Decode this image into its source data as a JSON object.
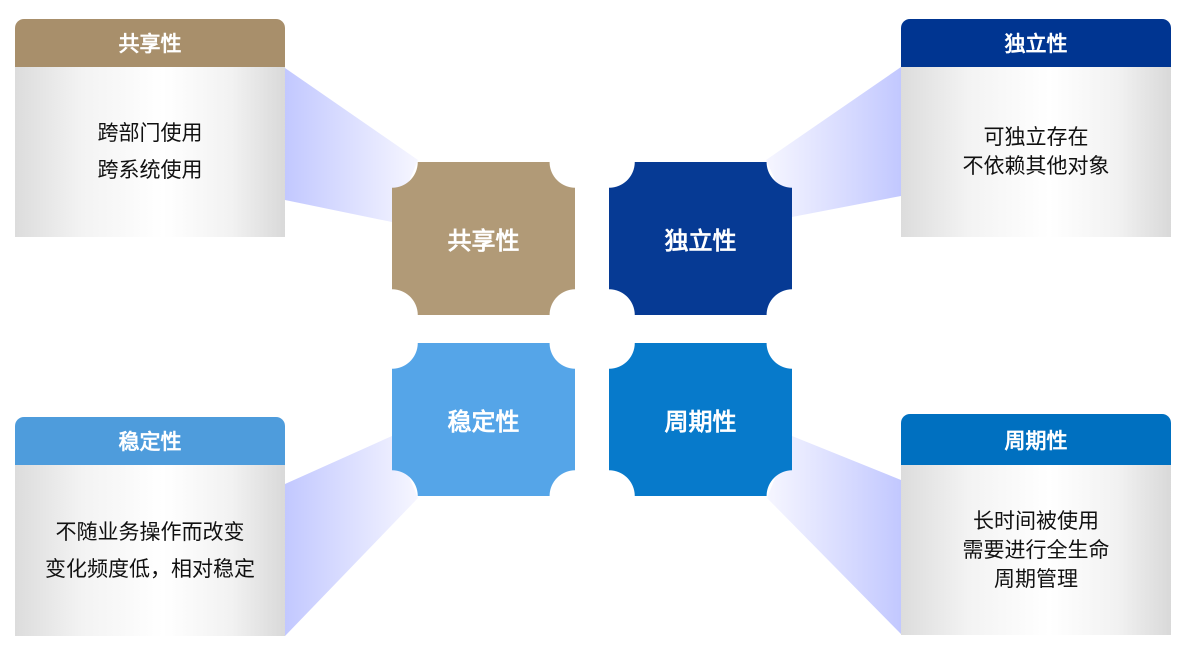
{
  "colors": {
    "shared": "#a88f6b",
    "shared_tile": "#b19a77",
    "independent": "#003591",
    "independent_tile": "#063a94",
    "stable": "#4e9cdc",
    "stable_tile": "#55a5e8",
    "cycle": "#0070c0",
    "cycle_tile": "#077acb",
    "beam": "#c2c8ff"
  },
  "tiles": [
    {
      "label": "共享性"
    },
    {
      "label": "独立性"
    },
    {
      "label": "稳定性"
    },
    {
      "label": "周期性"
    }
  ],
  "cards": [
    {
      "title": "共享性",
      "lines": [
        "跨部门使用",
        "跨系统使用"
      ]
    },
    {
      "title": "独立性",
      "lines": [
        "可独立存在",
        "不依赖其他对象"
      ]
    },
    {
      "title": "稳定性",
      "lines": [
        "不随业务操作而改变",
        "变化频度低，相对稳定"
      ]
    },
    {
      "title": "周期性",
      "lines": [
        "长时间被使用",
        "需要进行全生命",
        "周期管理"
      ]
    }
  ]
}
